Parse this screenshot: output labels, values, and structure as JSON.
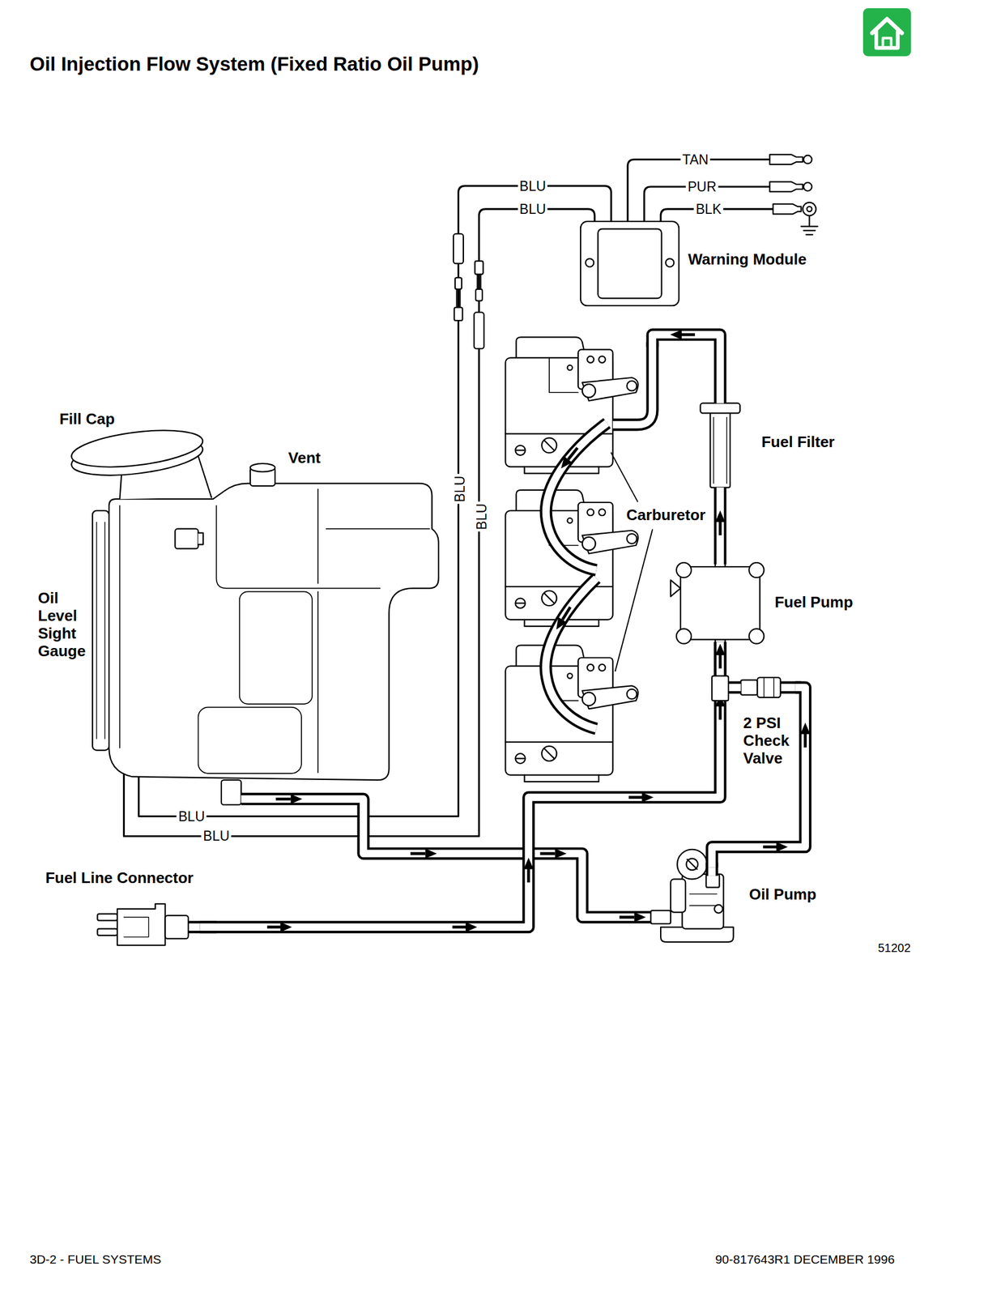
{
  "diagram": {
    "title": "Oil Injection Flow System (Fixed Ratio Oil Pump)",
    "nodes": [
      {
        "text": [
          "Warning Module"
        ]
      },
      {
        "text": [
          "Fuel Filter"
        ]
      },
      {
        "text": [
          "Carburetor"
        ]
      },
      {
        "text": [
          "Fuel Pump"
        ]
      },
      {
        "text": [
          "2 PSI Check Valve"
        ]
      },
      {
        "text": [
          "Oil Pump"
        ]
      },
      {
        "text": [
          "Fuel Line Connector"
        ]
      }
    ],
    "edges": [
      {
        "from": 6,
        "to": 3,
        "arrow": "to"
      },
      {
        "from": 5,
        "to": 4,
        "arrow": "to"
      },
      {
        "from": 4,
        "to": 3,
        "arrow": "to"
      },
      {
        "from": 3,
        "to": 1,
        "arrow": "to"
      },
      {
        "from": 1,
        "to": 2,
        "arrow": "to"
      }
    ],
    "labels": [
      "TAN",
      "BLU",
      "PUR",
      "BLU",
      "BLK",
      "Fill Cap",
      "Vent",
      "BLU",
      "BLU",
      "Oil Level Sight Gauge",
      "BLU",
      "BLU",
      "51202",
      "3D-2 - FUEL SYSTEMS",
      "90-817643R1 DECEMBER 1996"
    ]
  }
}
